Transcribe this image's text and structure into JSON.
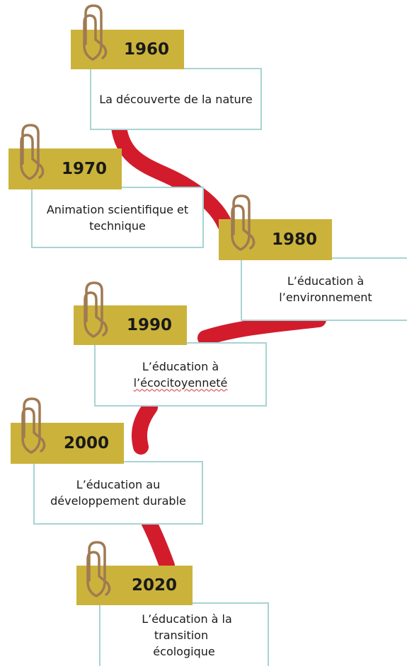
{
  "timeline": [
    {
      "year": "1960",
      "label": "La découverte de la nature"
    },
    {
      "year": "1970",
      "label_lines": [
        "Animation scientifique et",
        "technique"
      ]
    },
    {
      "year": "1980",
      "label_lines": [
        "L’éducation à",
        "l’environnement"
      ]
    },
    {
      "year": "1990",
      "label_lines": [
        "L’éducation à",
        "l’écocitoyenneté"
      ]
    },
    {
      "year": "2000",
      "label_lines": [
        "L’éducation au",
        "développement durable"
      ]
    },
    {
      "year": "2020",
      "label_lines": [
        "L’éducation à la transition",
        "écologique"
      ]
    }
  ],
  "colors": {
    "ribbon": "#d21c2c",
    "year_box": "#cbb33b",
    "card_border": "#a8d3d3",
    "clip": "#a07a52"
  },
  "icons": {
    "clip": "paperclip-icon"
  }
}
